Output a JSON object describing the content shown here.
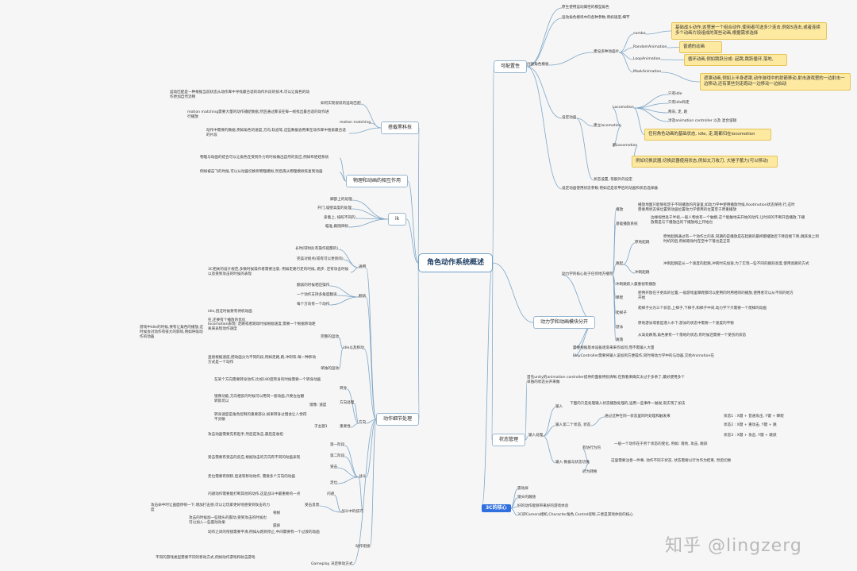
{
  "root": "角色动作系统概述",
  "branches": {
    "adapt": "可配置性",
    "layer": "动力学和动画模块分开",
    "state": "状态管理",
    "detail": "动作细节处理",
    "tech": "搭载黑科技",
    "physics": "物理和动画的相互作用",
    "ik": "ik",
    "core": "3C的核心"
  },
  "watermark": "知乎 @lingzerg",
  "nodes": {
    "top1": "原生使用运动属性的模型角色",
    "top2": "运动角色模块中的各种参数,例如速度,细节",
    "create_role": "创建角色模板",
    "combo": "combo",
    "combo_hl": "基础战斗动作,这里是一个组合动作,使用者可选多少连击,例如5连击,或者连续多个动画片段组成的某些动画,根据需求选择",
    "random_anim": "RandomAnimation",
    "random_hl": "普通的动画",
    "loop_anim": "LoopAnimation",
    "loop_hl": "循环动画,例如跳跃分成: 起跳,跳跃循环,落地,",
    "mask_anim": "MaskAnimation",
    "mask_hl": "遮罩动画,例如上半身遮罩,动作游戏中的射箭移动,射击游戏里的一边射击一边移动,还有某些剑走跑动一边移动一边拍动",
    "anim_multi": "建设多种动画片",
    "locomotion": "Locomotion",
    "loco_1": "只有idle",
    "loco_2": "只有idle和走",
    "loco_3": "两向, 走, 跑",
    "loco_4": "涉及animation controller 以及 混合逻辑",
    "loco_hl": "任何角色动画的基础状态, idle, 走,跑都归在locomotion",
    "base_loco": "建立locomotion",
    "extra_loco": "额Locomotion",
    "extra_hl": "例如切换武器,切换武器使用状态,例如太刀收刀, 大锤子蓄力(可以移动)",
    "setting_hint": "设定动画",
    "status_sub": "状态设置, 等额外的设定",
    "setup_detail": "设定动画使用状态参数,例如这是装甲后的动画和状态选择器",
    "layer_core": "动力学的核心处于任何地方播完",
    "lay_ground": "播放",
    "lay_ground_t": "播放地面只能够指定于不同播放的内容里,如动力学中使用播放时候,Rootmotion状态保持,行,这时需要用状态将位置到动画位置动力学使用的位置至于原重播放",
    "lay_base": "基础播放系统",
    "lay_base_t": "边缘视觉处于半视,一般人物会有一个触摸,这个能触地未开始的动作,让时间的不断开启播放,下播放需是与下播放出的下播放线上开始也",
    "lay_jump": "跳起",
    "lay_jump1": "原地起跳",
    "lay_jump1_t": "原地起跳通过有一个动作之的系,同期的是播放是在起跳的最终都播放后下降后继下降,跳跃发上到时机的后,例如跑动时在空中下落也是正常",
    "lay_jump2": "冲刺起跳",
    "lay_jump2_t": "冲刺起跳是从一个速度的起跳,冲刺时先加速,为了实现一些不同的跳跃高度,使用高跳的方式",
    "lay_jump_note": "冲刺跳跃入最重视有播放",
    "lay_ledge": "攀爬",
    "lay_ledge_t": "使用开放在于更高的位置,一般游戏里攀爬都可以使用同时用相同的播放,使用者可以从不同的地方开始",
    "lay_climb": "爬梯子",
    "lay_climb_t": "爬梯子分为三个状态,上梯子,下梯子,和梯子中间,动力学下只需要一个爬梯的动画",
    "lay_swim": "游泳",
    "lay_swim_t": "原地游泳或者是潜入水下,游泳的状态中需要一个速度的平衡",
    "lay_fall": "跳落",
    "lay_fall_t": "从高处跌落,角色要有一个落地的状态,有时候还需要一个受伤的状态",
    "lay_note": "需要根据基本设备逐渐来来作如何,而不需输入大量",
    "lay_pc": "PlayController需要将输入该加到方便操作,同时将动力学中的与动画,交给Animation在",
    "st_intro": "首先unity的animation controller提供的面板特别清晰,在我看来确实太过于多余了,最好使用多个单独的状态分开来做",
    "st_input": "输入",
    "st_in1": "下面的只是处理输入状态播放处理的,运用一些事件一触发,就实现了加法",
    "st_in2": "输入第二个状态, 状态",
    "st_in2_t": "通过这种在同一状态里同时处理和触发来",
    "st_handle": "输入处理",
    "st_s1": "状态1 : X键 + 普通攻击, Y键 + 攀爬",
    "st_s2": "状态2 : X键 + 重攻击, Y键 + 跳",
    "st_s3": "状态3 : X键 + 攻击, Y键 + 跳跃",
    "st_act": "行为转换",
    "st_act1": "有协行为的",
    "st_act1_t": "一般一个动作在于另个状态的变化, 例如: 落地, 攻击, 跳跃",
    "st_act_t": "这里需要注意一件事, 动作不同于状态, 状态需要以行为作为结束, 然后切换",
    "st_inter": "输入·数据与状态切换",
    "det_norm": "通用",
    "det_norm1": "长时间持续(有操作提醒的)",
    "det_norm2": "完美对接点(或有可以更新的)",
    "det_norm_t": "3C相关的设计规范,多数时候操作者需要注意, 例如走路行走的时候, 跑步, 还有攻击时候以及受到攻击的时候的表现",
    "det_turn": "翻滚",
    "det_turn1": "翻滚的时候相应操作",
    "det_turn2": "一个动作支持多角度翻滚",
    "det_turn3": "每个方向有一个动作",
    "det_idle": "idle以及移动",
    "det_idle1": "idle,因这时候要有待机动画",
    "det_idle2": "在,还要有个播放的优化",
    "det_idle_t": "游戏中idle的时候,要有让角色的播放,这时候会对动作有很大的影响,例如呼吸动作的动画",
    "det_idle3": "locomotion表现: 走路或者跑动时候根据速度,需要一个根据移动距离来表现动作速度",
    "det_idle4": "完整的运动",
    "det_idle4_t": "直接根据速度,把动画分为不同的段,例如走路,跑,冲刺等,每一种移动方式是一个动作",
    "det_idle5": "单独的运动",
    "det_dir": "方向",
    "det_dir1": "转身",
    "det_dir1_t": "在某个方向需要转身动作,比如180度转身的时候需要一个转身动画",
    "det_dir2": "镜像: 速度",
    "det_dir2_t": "镜像功能,方向相反的时候可以用同一套动画,只要左右翻转就可以",
    "det_dir3": "方向处理",
    "det_dir4": "子主题1",
    "det_dir5": "重要性",
    "det_dir5_t": "转身速度是角色控制的重要部分,如果转身过慢会让人觉得不灵敏",
    "det_fight": "战斗",
    "det_fight1": "第一阶段",
    "det_fight2": "第二阶段",
    "det_fight2_t": "攻击动画需要先有起手,然后是攻击,最后是收招",
    "det_fight3": "受击",
    "det_fight3_t": "受击需要有受击的反应,根据攻击的方向有不同的动画表现",
    "det_fight4": "走位",
    "det_fight4_t": "走位需要有侧移,后退等移动动作, 需要多个方向的动画",
    "det_fight5": "战斗中的技巧",
    "det_fight6": "闪避",
    "det_fight6_t": "闪避动作需要能打断其他的动作,这是战斗中最重要的一点",
    "det_hit": "受击反馈",
    "det_hit1": "顿帧",
    "det_hit1_t": "攻击命中时让画面停顿一下,增加打击感,可以让玩家更好地感受到攻击的力度",
    "det_hit2": "震屏",
    "det_hit2_t": "攻击的时候加一些镜头的震动,受到攻击的时候也可以加入一些震动效果",
    "det_ex": "动作衔接",
    "det_ex_t": "动作之间的衔接需要平滑,例如从跑到停止,中间需要有一个过渡的动画",
    "det_gameplay": "Gameplay 决定移动方式",
    "det_gameplay_t": "不同的游戏类型需要不同的移动方式,例如动作游戏和射击游戏",
    "tech_1": "如何实现很炫的运动匹配",
    "tech_1_t": "运动匹配是一种根据当前状态从动作库中寻找最合适的动作片段的技术,可以让角色的动作更加自然流畅",
    "tech_2": "motion matching",
    "tech_2_t": "motion matching需要大量的动作捕捉数据,然后通过算法在每一帧找出最合适的动作进行播放",
    "tech_3": "动作中需要的数据,例如角色的速度,方向,轨迹等,这些数据会用来在动作库中搜索最合适的片段",
    "phys_1": "物理与动画的结合可以让角色在受到外力的时候做出自然的反应,例如布娃娃系统",
    "phys_2": "例如被击飞的时候,可以从动画切换到物理模拟,然后再从物理模拟恢复到动画",
    "ik_1": "脚部上的处理",
    "ik_2": "开门,墙壁高度的处理",
    "ik_3": "拿着上, 按照不同的",
    "ik_4": "瞄准,跟随目标",
    "core_1": "震动屏",
    "core_2": "镜头的跟随",
    "core_3": "好的动作能够带来好的游戏体验",
    "core_4": "3C即Camera相机,Character角色,Control控制,三者是游戏体验的核心"
  }
}
